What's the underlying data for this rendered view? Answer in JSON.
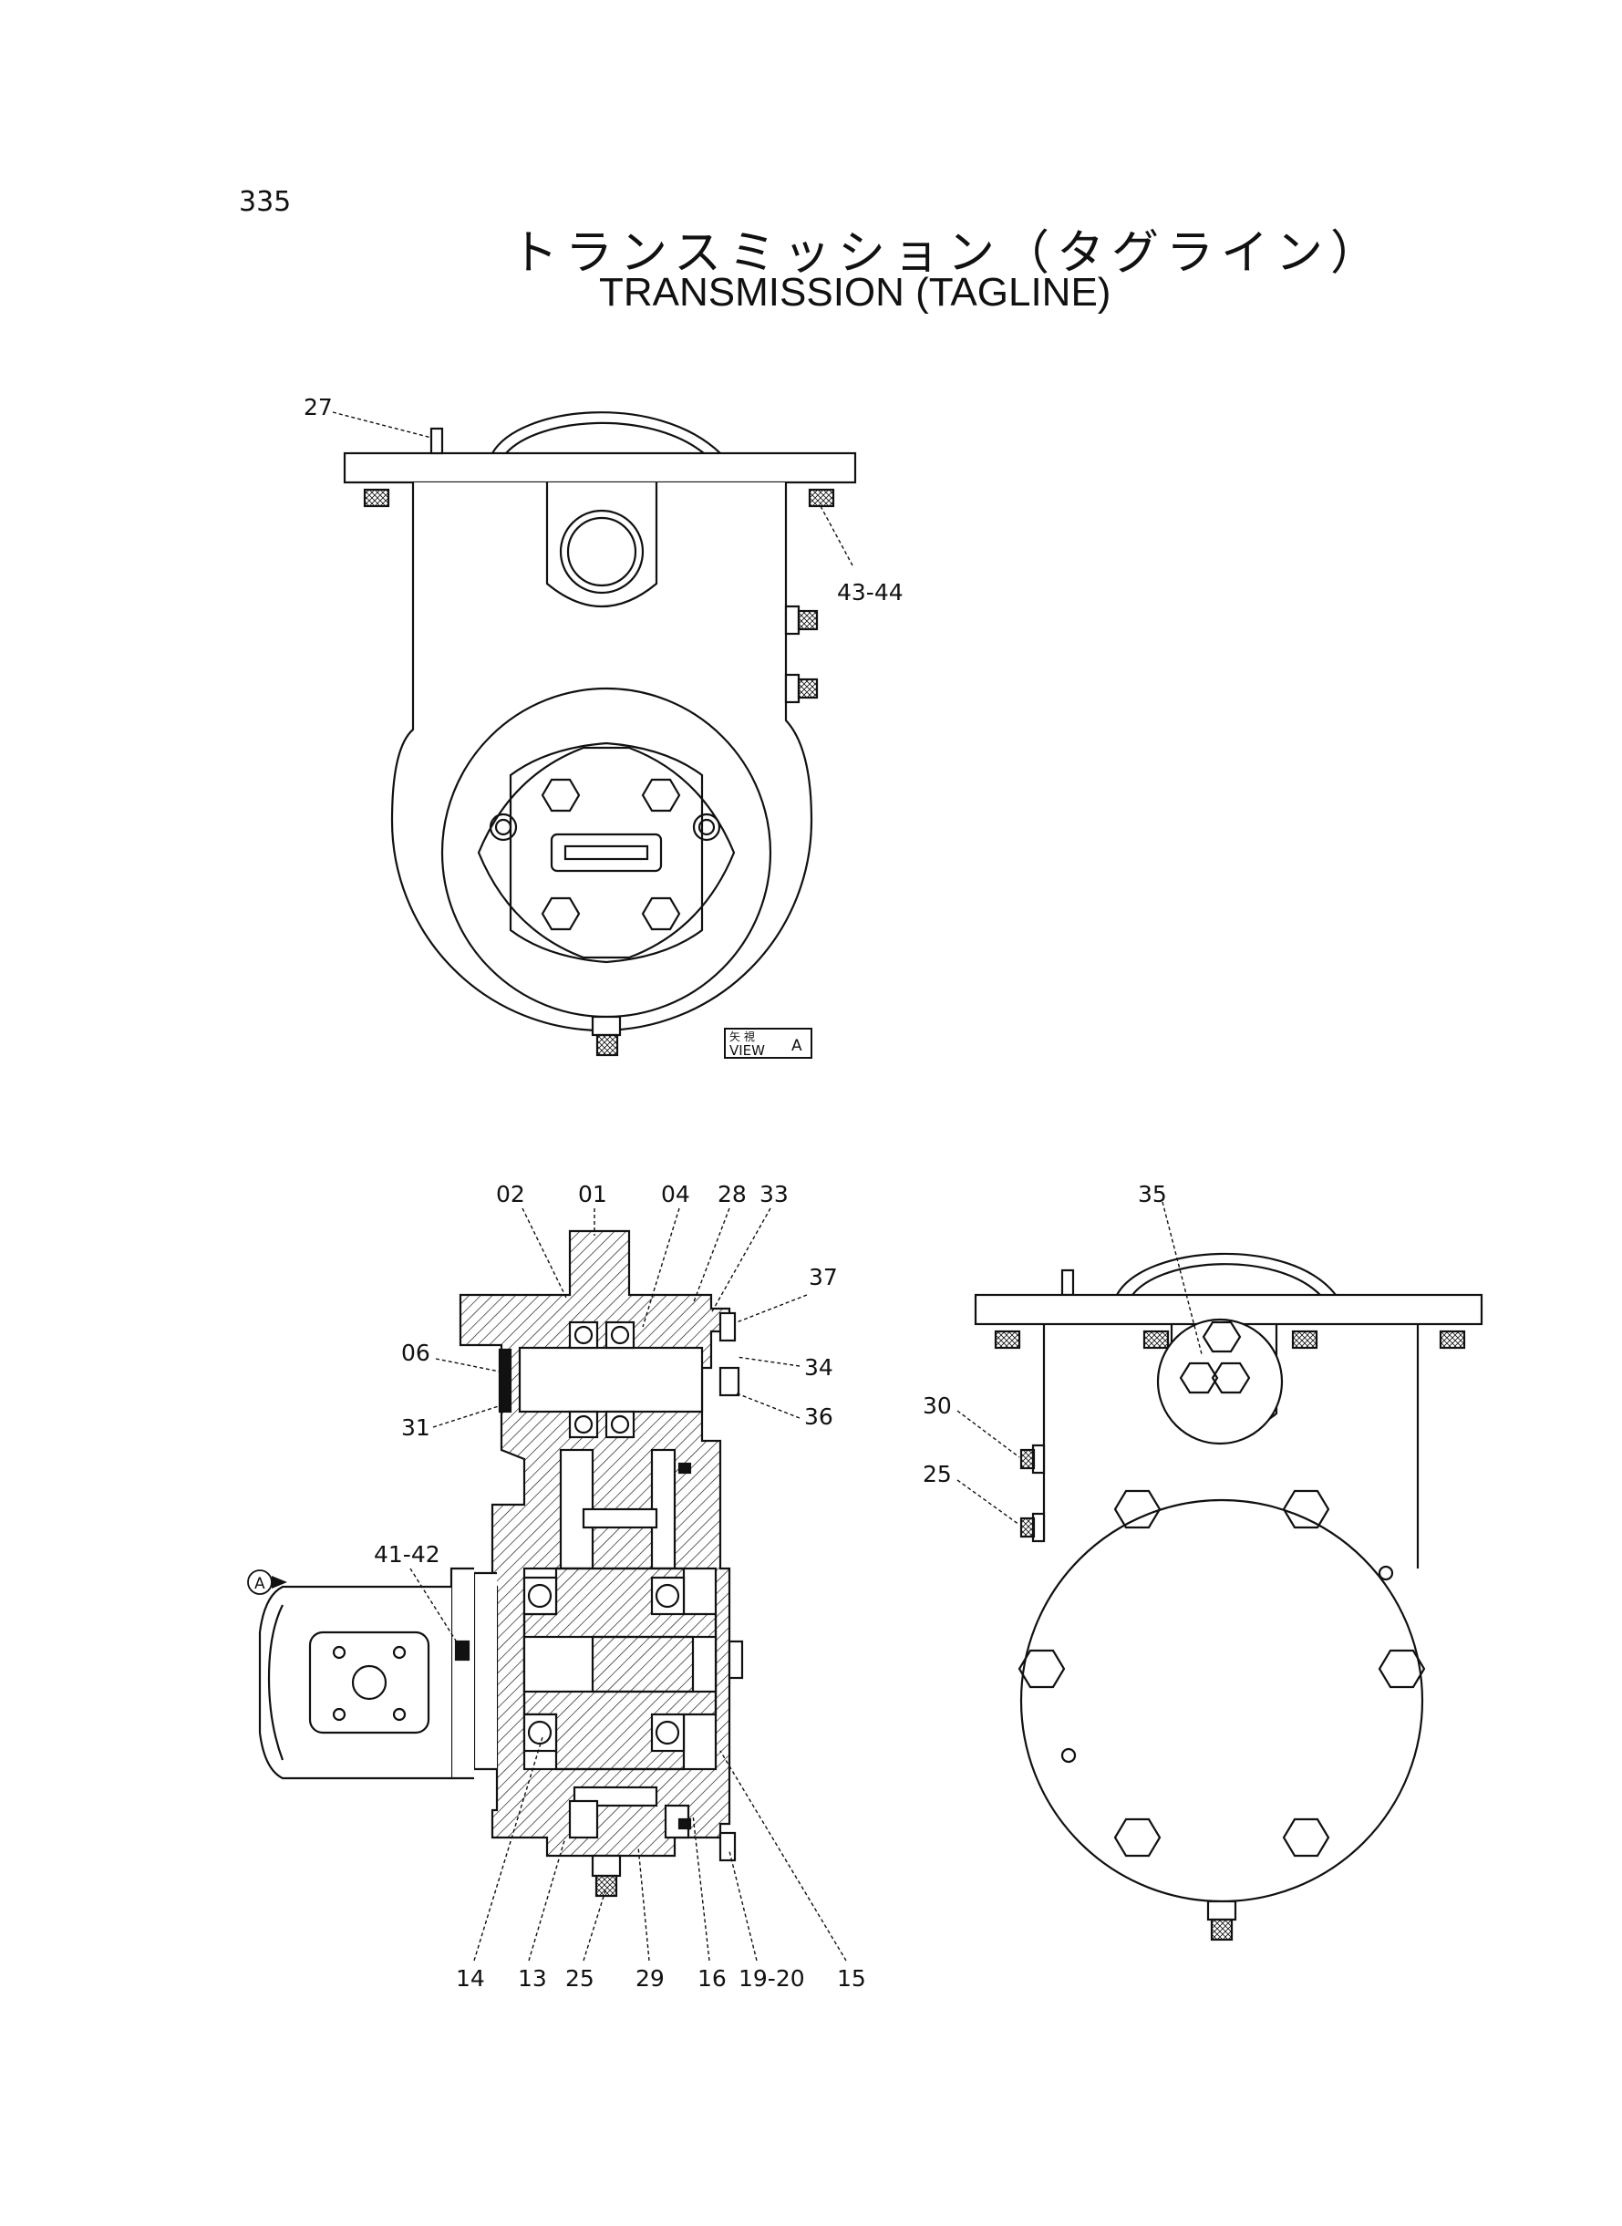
{
  "page_number": "335",
  "title_jp": "トランスミッション（タグライン）",
  "title_en": "TRANSMISSION (TAGLINE)",
  "view_label": {
    "jp": "矢 視",
    "en": "VIEW",
    "letter": "A"
  },
  "view_marker": "A",
  "part_labels": {
    "p27": "27",
    "p43_44": "43-44",
    "p02": "02",
    "p01": "01",
    "p04": "04",
    "p28": "28",
    "p33": "33",
    "p37": "37",
    "p06": "06",
    "p34": "34",
    "p36": "36",
    "p31": "31",
    "p41_42": "41-42",
    "p14": "14",
    "p13": "13",
    "p25a": "25",
    "p29": "29",
    "p16": "16",
    "p19_20": "19-20",
    "p15": "15",
    "p35": "35",
    "p30": "30",
    "p25b": "25"
  },
  "colors": {
    "line": "#111111",
    "paper": "#ffffff"
  }
}
